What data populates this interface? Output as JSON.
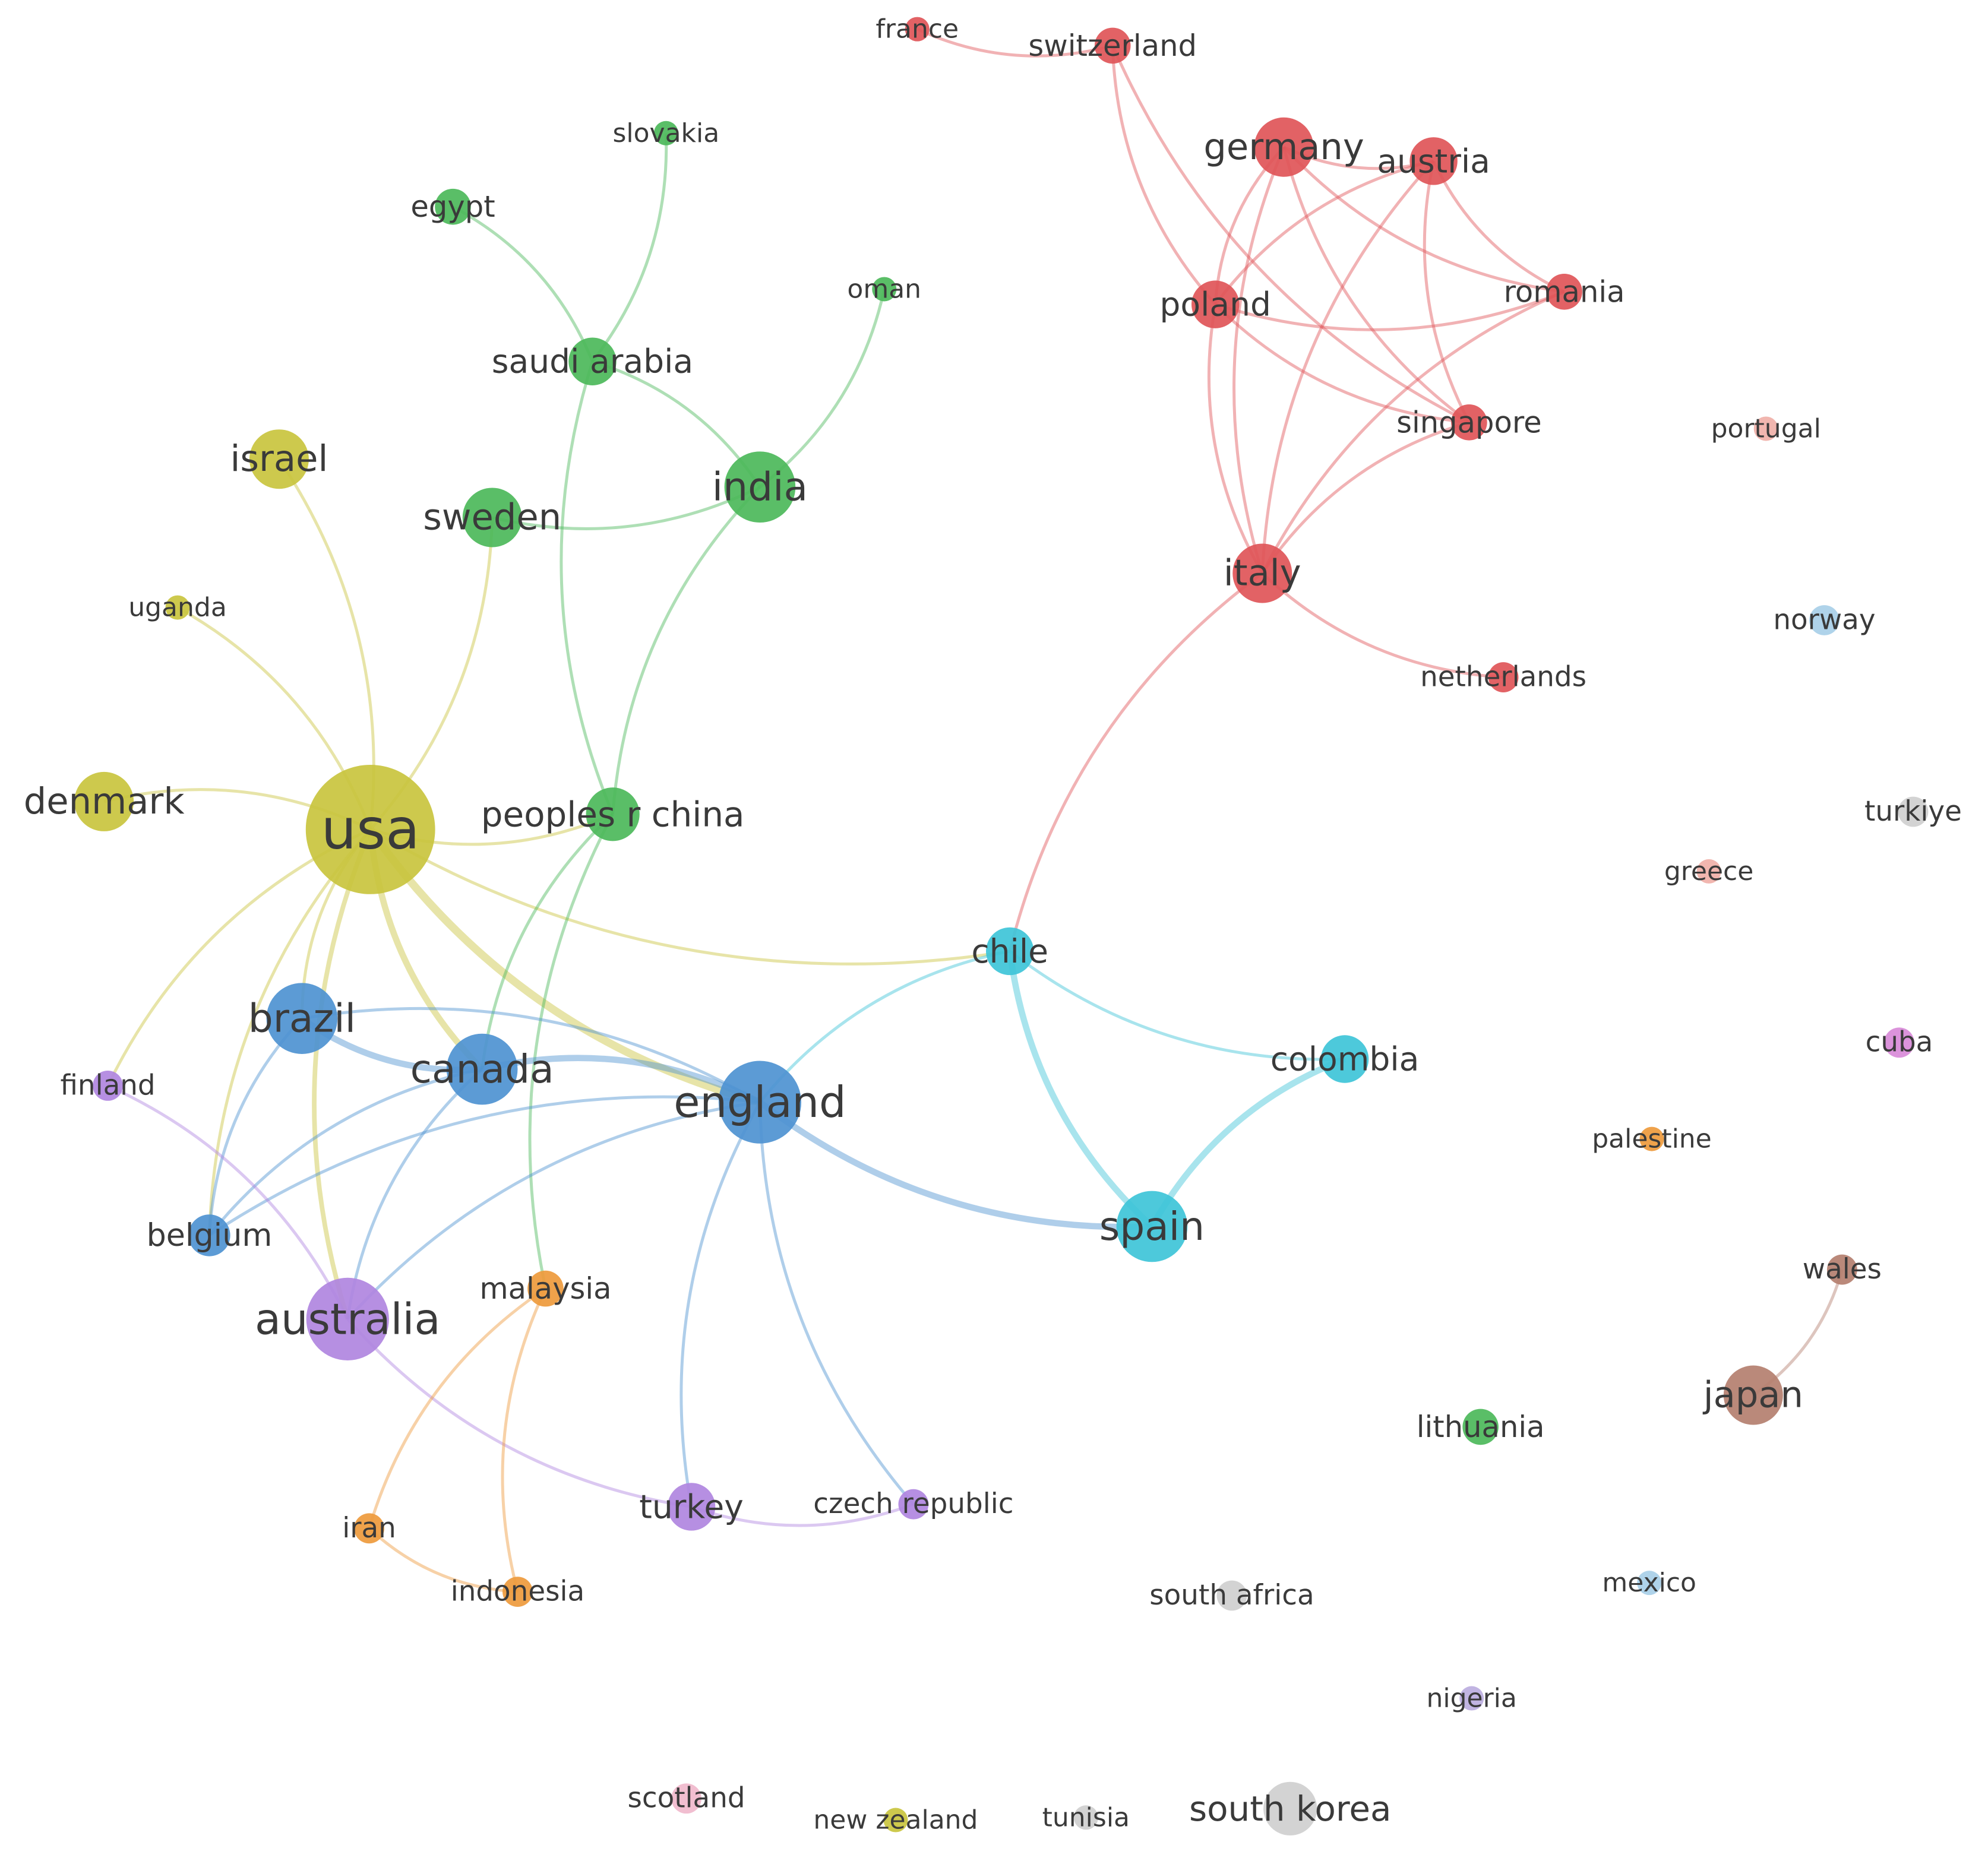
{
  "network": {
    "nodes": [
      {
        "id": "usa",
        "label": "usa",
        "cluster": "yellow",
        "weight": 10
      },
      {
        "id": "israel",
        "label": "israel",
        "cluster": "yellow",
        "weight": 4
      },
      {
        "id": "denmark",
        "label": "denmark",
        "cluster": "yellow",
        "weight": 4
      },
      {
        "id": "uganda",
        "label": "uganda",
        "cluster": "yellow",
        "weight": 1
      },
      {
        "id": "india",
        "label": "india",
        "cluster": "green",
        "weight": 5
      },
      {
        "id": "sweden",
        "label": "sweden",
        "cluster": "green",
        "weight": 4
      },
      {
        "id": "peoples-r-china",
        "label": "peoples r china",
        "cluster": "green",
        "weight": 3.5
      },
      {
        "id": "saudi-arabia",
        "label": "saudi arabia",
        "cluster": "green",
        "weight": 3
      },
      {
        "id": "egypt",
        "label": "egypt",
        "cluster": "green",
        "weight": 2
      },
      {
        "id": "slovakia",
        "label": "slovakia",
        "cluster": "green",
        "weight": 1
      },
      {
        "id": "oman",
        "label": "oman",
        "cluster": "green",
        "weight": 1
      },
      {
        "id": "lithuania",
        "label": "lithuania",
        "cluster": "green",
        "weight": 2
      },
      {
        "id": "germany",
        "label": "germany",
        "cluster": "red",
        "weight": 4
      },
      {
        "id": "austria",
        "label": "austria",
        "cluster": "red",
        "weight": 3
      },
      {
        "id": "poland",
        "label": "poland",
        "cluster": "red",
        "weight": 3
      },
      {
        "id": "romania",
        "label": "romania",
        "cluster": "red",
        "weight": 2
      },
      {
        "id": "singapore",
        "label": "singapore",
        "cluster": "red",
        "weight": 2
      },
      {
        "id": "italy",
        "label": "italy",
        "cluster": "red",
        "weight": 4
      },
      {
        "id": "switzerland",
        "label": "switzerland",
        "cluster": "red",
        "weight": 2
      },
      {
        "id": "france",
        "label": "france",
        "cluster": "red",
        "weight": 1
      },
      {
        "id": "netherlands",
        "label": "netherlands",
        "cluster": "red",
        "weight": 1.5
      },
      {
        "id": "england",
        "label": "england",
        "cluster": "blue",
        "weight": 6
      },
      {
        "id": "canada",
        "label": "canada",
        "cluster": "blue",
        "weight": 5
      },
      {
        "id": "brazil",
        "label": "brazil",
        "cluster": "blue",
        "weight": 5
      },
      {
        "id": "belgium",
        "label": "belgium",
        "cluster": "blue",
        "weight": 2.5
      },
      {
        "id": "chile",
        "label": "chile",
        "cluster": "cyan",
        "weight": 3
      },
      {
        "id": "spain",
        "label": "spain",
        "cluster": "cyan",
        "weight": 5
      },
      {
        "id": "colombia",
        "label": "colombia",
        "cluster": "cyan",
        "weight": 3
      },
      {
        "id": "australia",
        "label": "australia",
        "cluster": "purple",
        "weight": 6
      },
      {
        "id": "finland",
        "label": "finland",
        "cluster": "purple",
        "weight": 1.5
      },
      {
        "id": "turkey",
        "label": "turkey",
        "cluster": "purple",
        "weight": 3
      },
      {
        "id": "czech-republic",
        "label": "czech republic",
        "cluster": "purple",
        "weight": 1.5
      },
      {
        "id": "malaysia",
        "label": "malaysia",
        "cluster": "orange",
        "weight": 2
      },
      {
        "id": "iran",
        "label": "iran",
        "cluster": "orange",
        "weight": 1.5
      },
      {
        "id": "indonesia",
        "label": "indonesia",
        "cluster": "orange",
        "weight": 1.5
      },
      {
        "id": "japan",
        "label": "japan",
        "cluster": "brown",
        "weight": 4
      },
      {
        "id": "wales",
        "label": "wales",
        "cluster": "brown",
        "weight": 1.5
      },
      {
        "id": "portugal",
        "label": "portugal",
        "cluster": "salmon",
        "weight": 1
      },
      {
        "id": "norway",
        "label": "norway",
        "cluster": "lightblue",
        "weight": 1.5
      },
      {
        "id": "turkiye",
        "label": "turkiye",
        "cluster": "grey",
        "weight": 1.5
      },
      {
        "id": "greece",
        "label": "greece",
        "cluster": "salmon",
        "weight": 1
      },
      {
        "id": "cuba",
        "label": "cuba",
        "cluster": "magenta",
        "weight": 1.5
      },
      {
        "id": "palestine",
        "label": "palestine",
        "cluster": "orange",
        "weight": 1
      },
      {
        "id": "mexico",
        "label": "mexico",
        "cluster": "lightblue",
        "weight": 1
      },
      {
        "id": "south-africa",
        "label": "south africa",
        "cluster": "grey",
        "weight": 1.5
      },
      {
        "id": "nigeria",
        "label": "nigeria",
        "cluster": "lavender",
        "weight": 1
      },
      {
        "id": "scotland",
        "label": "scotland",
        "cluster": "pink",
        "weight": 1.5
      },
      {
        "id": "new-zealand",
        "label": "new zealand",
        "cluster": "yellow",
        "weight": 1
      },
      {
        "id": "tunisia",
        "label": "tunisia",
        "cluster": "grey",
        "weight": 1
      },
      {
        "id": "south-korea",
        "label": "south korea",
        "cluster": "grey",
        "weight": 3.5
      }
    ],
    "edges": [
      {
        "source": "usa",
        "target": "israel",
        "strength": 1
      },
      {
        "source": "usa",
        "target": "uganda",
        "strength": 1
      },
      {
        "source": "usa",
        "target": "denmark",
        "strength": 1
      },
      {
        "source": "usa",
        "target": "sweden",
        "strength": 1
      },
      {
        "source": "usa",
        "target": "peoples-r-china",
        "strength": 1
      },
      {
        "source": "usa",
        "target": "england",
        "strength": 4
      },
      {
        "source": "usa",
        "target": "canada",
        "strength": 3
      },
      {
        "source": "usa",
        "target": "brazil",
        "strength": 1
      },
      {
        "source": "usa",
        "target": "australia",
        "strength": 2
      },
      {
        "source": "usa",
        "target": "belgium",
        "strength": 1
      },
      {
        "source": "usa",
        "target": "finland",
        "strength": 1
      },
      {
        "source": "usa",
        "target": "chile",
        "strength": 1
      },
      {
        "source": "sweden",
        "target": "india",
        "strength": 1
      },
      {
        "source": "india",
        "target": "saudi-arabia",
        "strength": 1
      },
      {
        "source": "india",
        "target": "oman",
        "strength": 1
      },
      {
        "source": "india",
        "target": "peoples-r-china",
        "strength": 1
      },
      {
        "source": "saudi-arabia",
        "target": "egypt",
        "strength": 1
      },
      {
        "source": "saudi-arabia",
        "target": "slovakia",
        "strength": 1
      },
      {
        "source": "saudi-arabia",
        "target": "peoples-r-china",
        "strength": 1
      },
      {
        "source": "peoples-r-china",
        "target": "canada",
        "strength": 1
      },
      {
        "source": "peoples-r-china",
        "target": "malaysia",
        "strength": 1
      },
      {
        "source": "france",
        "target": "switzerland",
        "strength": 1
      },
      {
        "source": "switzerland",
        "target": "poland",
        "strength": 1
      },
      {
        "source": "switzerland",
        "target": "singapore",
        "strength": 1
      },
      {
        "source": "germany",
        "target": "austria",
        "strength": 1
      },
      {
        "source": "germany",
        "target": "poland",
        "strength": 1
      },
      {
        "source": "germany",
        "target": "romania",
        "strength": 1
      },
      {
        "source": "germany",
        "target": "singapore",
        "strength": 1
      },
      {
        "source": "germany",
        "target": "italy",
        "strength": 1
      },
      {
        "source": "austria",
        "target": "poland",
        "strength": 1
      },
      {
        "source": "austria",
        "target": "romania",
        "strength": 1
      },
      {
        "source": "austria",
        "target": "singapore",
        "strength": 1
      },
      {
        "source": "austria",
        "target": "italy",
        "strength": 1
      },
      {
        "source": "poland",
        "target": "romania",
        "strength": 1
      },
      {
        "source": "poland",
        "target": "singapore",
        "strength": 1
      },
      {
        "source": "poland",
        "target": "italy",
        "strength": 1
      },
      {
        "source": "romania",
        "target": "italy",
        "strength": 1
      },
      {
        "source": "singapore",
        "target": "italy",
        "strength": 1
      },
      {
        "source": "italy",
        "target": "netherlands",
        "strength": 1
      },
      {
        "source": "italy",
        "target": "chile",
        "strength": 1
      },
      {
        "source": "chile",
        "target": "colombia",
        "strength": 1
      },
      {
        "source": "chile",
        "target": "spain",
        "strength": 3
      },
      {
        "source": "chile",
        "target": "england",
        "strength": 1
      },
      {
        "source": "colombia",
        "target": "spain",
        "strength": 3
      },
      {
        "source": "england",
        "target": "spain",
        "strength": 3
      },
      {
        "source": "england",
        "target": "canada",
        "strength": 3
      },
      {
        "source": "england",
        "target": "brazil",
        "strength": 1
      },
      {
        "source": "england",
        "target": "belgium",
        "strength": 1
      },
      {
        "source": "england",
        "target": "australia",
        "strength": 1
      },
      {
        "source": "england",
        "target": "turkey",
        "strength": 1
      },
      {
        "source": "england",
        "target": "czech-republic",
        "strength": 1
      },
      {
        "source": "brazil",
        "target": "canada",
        "strength": 3
      },
      {
        "source": "brazil",
        "target": "belgium",
        "strength": 1
      },
      {
        "source": "canada",
        "target": "belgium",
        "strength": 1
      },
      {
        "source": "canada",
        "target": "australia",
        "strength": 1
      },
      {
        "source": "australia",
        "target": "finland",
        "strength": 1
      },
      {
        "source": "australia",
        "target": "turkey",
        "strength": 1
      },
      {
        "source": "turkey",
        "target": "czech-republic",
        "strength": 1
      },
      {
        "source": "malaysia",
        "target": "iran",
        "strength": 1
      },
      {
        "source": "malaysia",
        "target": "indonesia",
        "strength": 1
      },
      {
        "source": "iran",
        "target": "indonesia",
        "strength": 1
      },
      {
        "source": "japan",
        "target": "wales",
        "strength": 1
      }
    ]
  },
  "colors": {
    "yellow": "#c9c43e",
    "green": "#4cb85a",
    "red": "#e05558",
    "blue": "#4e93d1",
    "cyan": "#3ec4d8",
    "purple": "#b085e0",
    "orange": "#ee9a3c",
    "brown": "#b47f6f",
    "salmon": "#f0b0a8",
    "lightblue": "#a8cfe8",
    "grey": "#cfcfcf",
    "magenta": "#d88ad8",
    "lavender": "#bcaee0",
    "pink": "#f0b8cc"
  }
}
